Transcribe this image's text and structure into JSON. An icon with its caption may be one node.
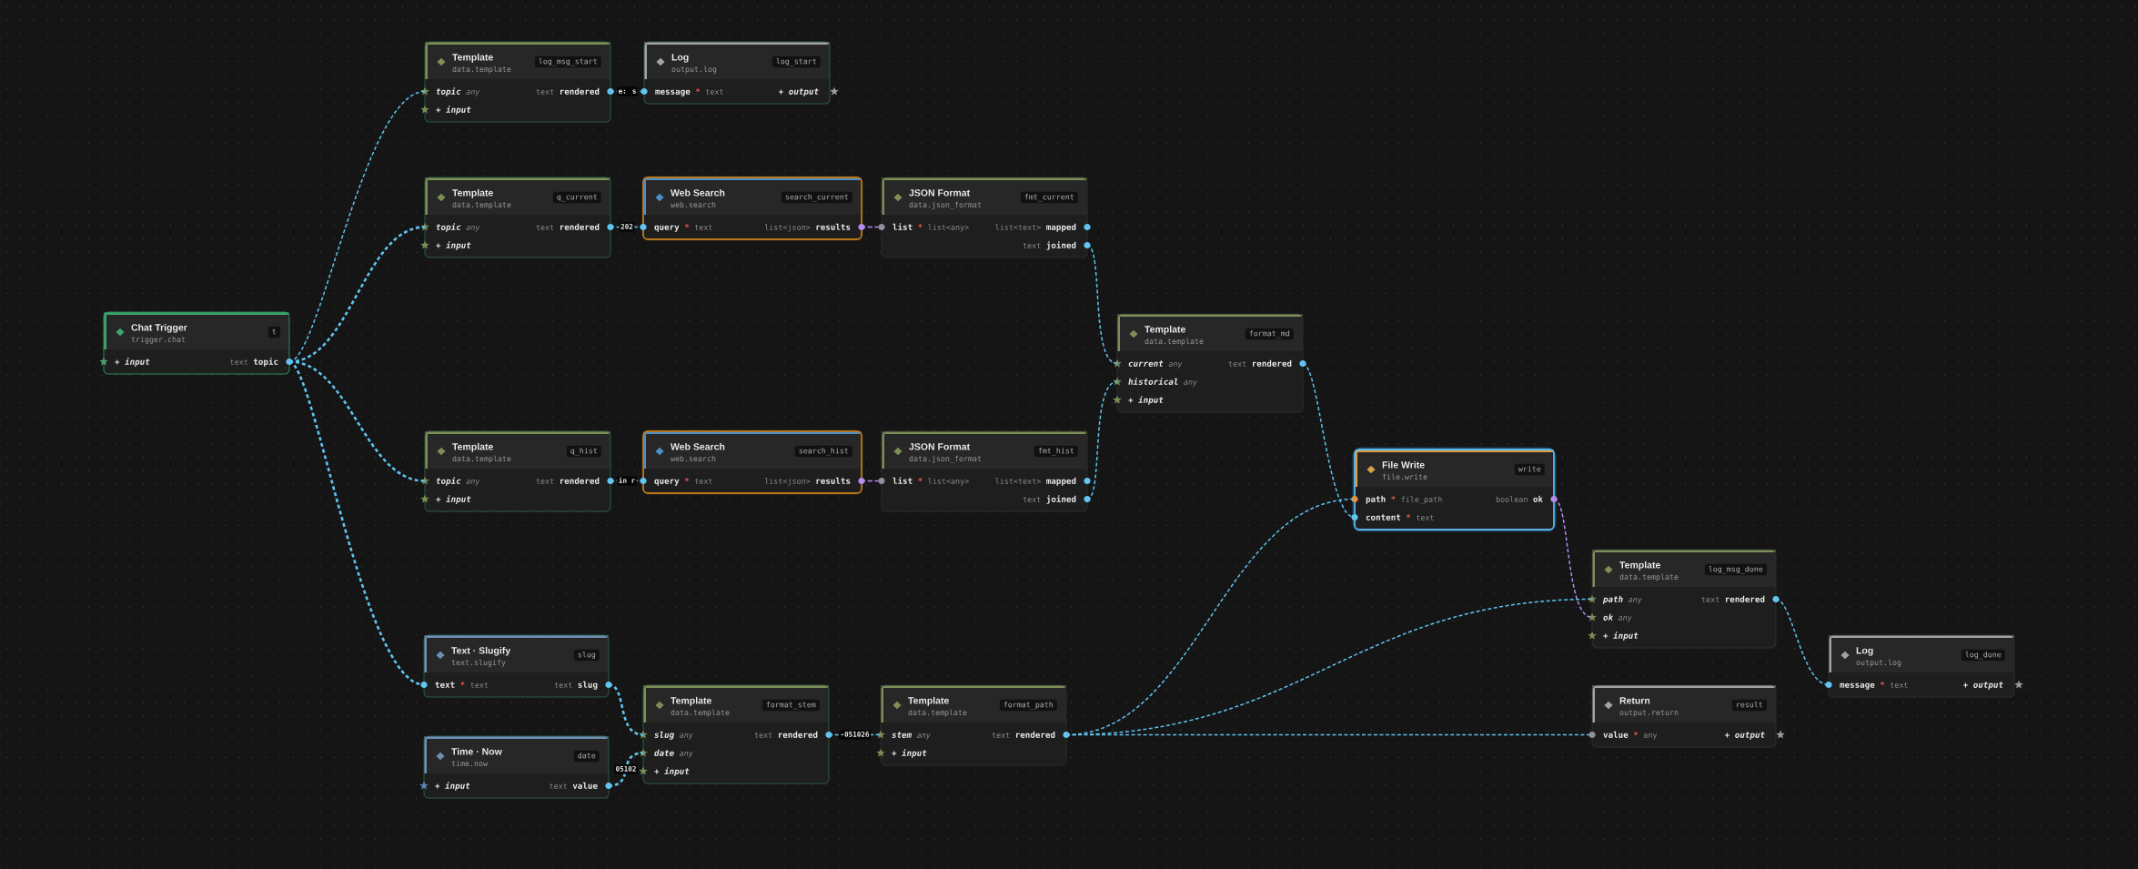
{
  "diagram": {
    "nodes": [
      {
        "text": [
          "Chat Trigger",
          "trigger.chat",
          "t",
          "+ input",
          "text",
          "topic"
        ]
      },
      {
        "text": [
          "Template",
          "data.template",
          "log_msg_start",
          "topic",
          "any",
          "text",
          "rendered",
          "+ input"
        ]
      },
      {
        "text": [
          "Template",
          "data.template",
          "q_current",
          "topic",
          "any",
          "text",
          "rendered",
          "+ input"
        ]
      },
      {
        "text": [
          "Template",
          "data.template",
          "q_hist",
          "topic",
          "any",
          "text",
          "rendered",
          "+ input"
        ]
      },
      {
        "text": [
          "Text · Slugify",
          "text.slugify",
          "slug",
          "text",
          "*",
          "text",
          "text",
          "slug"
        ]
      },
      {
        "text": [
          "Time · Now",
          "time.now",
          "date",
          "+ input",
          "text",
          "value"
        ]
      },
      {
        "text": [
          "Log",
          "output.log",
          "log_start",
          "message",
          "*",
          "text",
          "+ output"
        ]
      },
      {
        "text": [
          "Web Search",
          "web.search",
          "search_current",
          "query",
          "*",
          "text",
          "list<json>",
          "results"
        ]
      },
      {
        "text": [
          "Web Search",
          "web.search",
          "search_hist",
          "query",
          "*",
          "text",
          "list<json>",
          "results"
        ]
      },
      {
        "text": [
          "Template",
          "data.template",
          "format_stem",
          "slug",
          "any",
          "text",
          "rendered",
          "date",
          "any",
          "+ input"
        ]
      },
      {
        "text": [
          "JSON Format",
          "data.json_format",
          "fmt_current",
          "list",
          "*",
          "list<any>",
          "list<text>",
          "mapped",
          "text",
          "joined"
        ]
      },
      {
        "text": [
          "JSON Format",
          "data.json_format",
          "fmt_hist",
          "list",
          "*",
          "list<any>",
          "list<text>",
          "mapped",
          "text",
          "joined"
        ]
      },
      {
        "text": [
          "Template",
          "data.template",
          "format_path",
          "stem",
          "any",
          "text",
          "rendered",
          "+ input"
        ]
      },
      {
        "text": [
          "Template",
          "data.template",
          "format_md",
          "current",
          "any",
          "text",
          "rendered",
          "historical",
          "any",
          "+ input"
        ]
      },
      {
        "text": [
          "File Write",
          "file.write",
          "write",
          "path",
          "*",
          "file_path",
          "boolean",
          "ok",
          "content",
          "*",
          "text"
        ]
      },
      {
        "text": [
          "Template",
          "data.template",
          "log_msg_done",
          "path",
          "any",
          "text",
          "rendered",
          "ok",
          "any",
          "+ input"
        ]
      },
      {
        "text": [
          "Return",
          "output.return",
          "result",
          "value",
          "*",
          "any",
          "+ output"
        ]
      },
      {
        "text": [
          "Log",
          "output.log",
          "log_done",
          "message",
          "*",
          "text",
          "+ output"
        ]
      }
    ],
    "edges": [
      {
        "from": 0,
        "to": 1,
        "arrow": "none",
        "style": "dashed"
      },
      {
        "from": 0,
        "to": 2,
        "arrow": "none",
        "style": "dashed"
      },
      {
        "from": 0,
        "to": 3,
        "arrow": "none",
        "style": "dashed"
      },
      {
        "from": 0,
        "to": 4,
        "arrow": "none",
        "style": "dashed"
      },
      {
        "from": 1,
        "to": 6,
        "arrow": "none",
        "style": "dashed",
        "label": "e: s"
      },
      {
        "from": 2,
        "to": 7,
        "arrow": "none",
        "style": "dashed",
        "label": "202"
      },
      {
        "from": 3,
        "to": 8,
        "arrow": "none",
        "style": "dashed",
        "label": "in r"
      },
      {
        "from": 7,
        "to": 10,
        "arrow": "none",
        "style": "dashed",
        "color": "#b48cf0"
      },
      {
        "from": 8,
        "to": 11,
        "arrow": "none",
        "style": "dashed",
        "color": "#b48cf0"
      },
      {
        "from": 10,
        "to": 13,
        "arrow": "none",
        "style": "dashed"
      },
      {
        "from": 11,
        "to": 13,
        "arrow": "none",
        "style": "dashed"
      },
      {
        "from": 4,
        "to": 9,
        "arrow": "none",
        "style": "dashed"
      },
      {
        "from": 5,
        "to": 9,
        "arrow": "none",
        "style": "dashed",
        "label": "05102"
      },
      {
        "from": 9,
        "to": 12,
        "arrow": "none",
        "style": "dashed",
        "label": "-051026"
      },
      {
        "from": 13,
        "to": 14,
        "arrow": "none",
        "style": "dashed"
      },
      {
        "from": 12,
        "to": 14,
        "arrow": "none",
        "style": "dashed"
      },
      {
        "from": 12,
        "to": 15,
        "arrow": "none",
        "style": "dashed"
      },
      {
        "from": 12,
        "to": 16,
        "arrow": "none",
        "style": "dashed"
      },
      {
        "from": 14,
        "to": 15,
        "arrow": "none",
        "style": "dashed",
        "color": "#b48cf0"
      },
      {
        "from": 15,
        "to": 17,
        "arrow": "none",
        "style": "dashed"
      }
    ]
  }
}
